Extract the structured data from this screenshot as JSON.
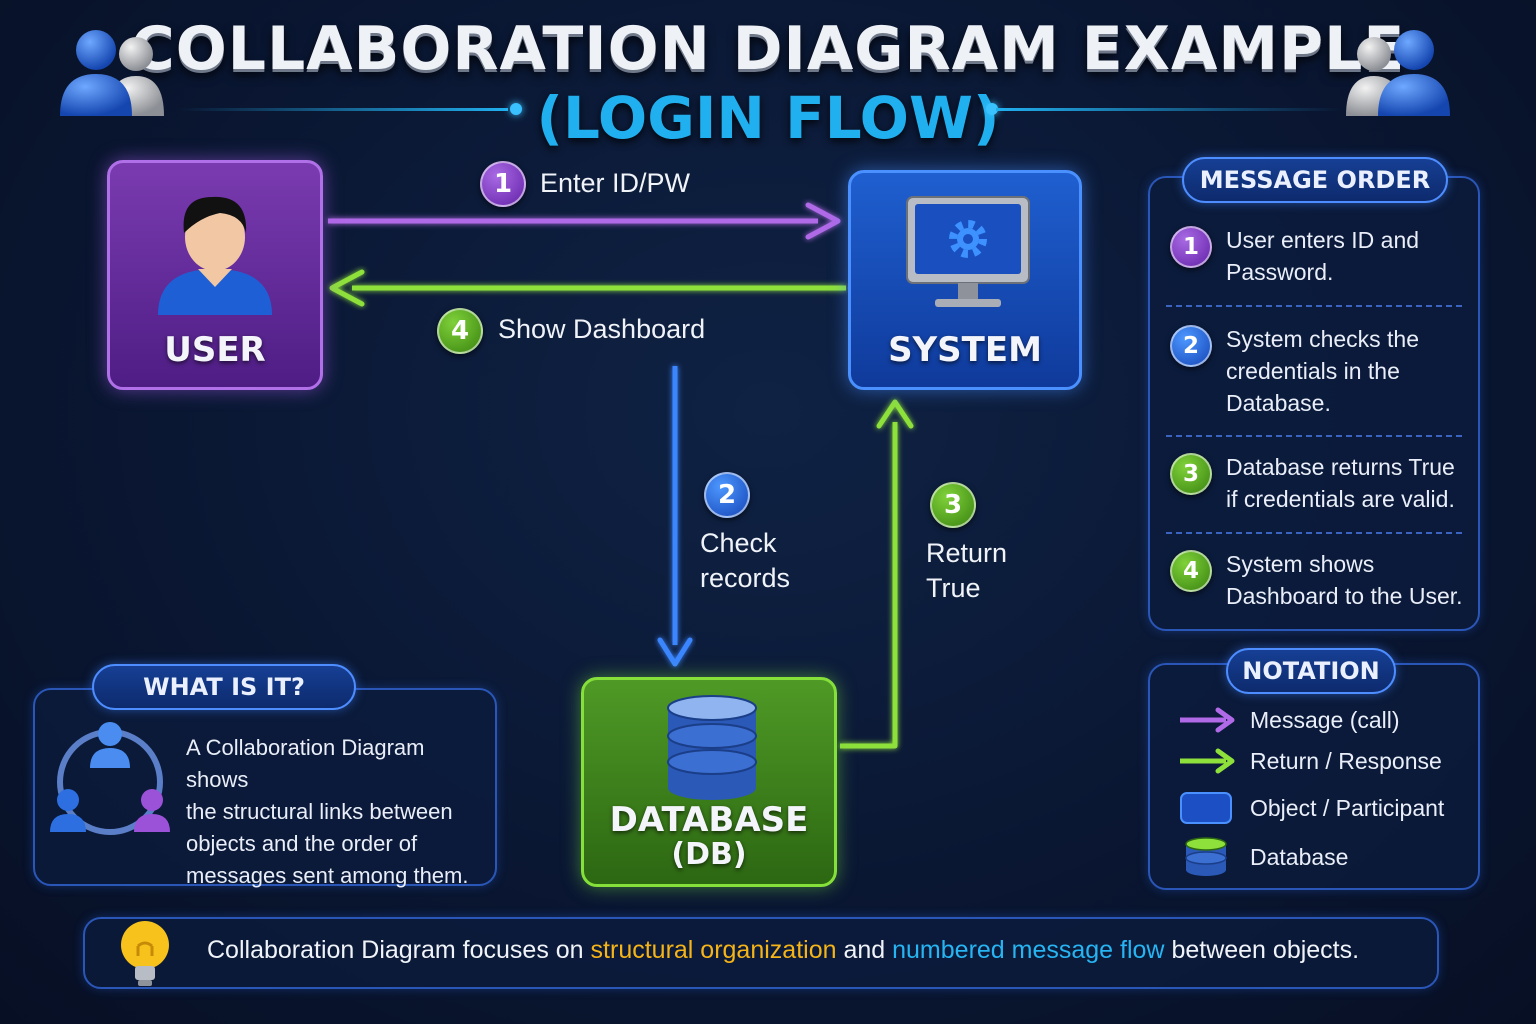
{
  "title": {
    "line1": "COLLABORATION DIAGRAM EXAMPLE",
    "line2": "(LOGIN FLOW)"
  },
  "participants": {
    "user": "USER",
    "system": "SYSTEM",
    "database": "DATABASE",
    "database_abbr": "(DB)"
  },
  "messages": [
    {
      "number": "1",
      "label": "Enter ID/PW"
    },
    {
      "number": "2",
      "label_line1": "Check",
      "label_line2": "records"
    },
    {
      "number": "3",
      "label_line1": "Return",
      "label_line2": "True"
    },
    {
      "number": "4",
      "label": "Show Dashboard"
    }
  ],
  "message_order": {
    "heading": "MESSAGE ORDER",
    "items": [
      {
        "number": "1",
        "line1": "User enters ID and",
        "line2": "Password."
      },
      {
        "number": "2",
        "line1": "System checks the",
        "line2": "credentials in the",
        "line3": "Database."
      },
      {
        "number": "3",
        "line1": "Database returns True",
        "line2": "if credentials are valid."
      },
      {
        "number": "4",
        "line1": "System shows",
        "line2": "Dashboard to the User."
      }
    ]
  },
  "notation": {
    "heading": "NOTATION",
    "items": [
      {
        "icon": "purple-arrow-icon",
        "label": "Message (call)"
      },
      {
        "icon": "green-arrow-icon",
        "label": "Return / Response"
      },
      {
        "icon": "blue-box-icon",
        "label": "Object / Participant"
      },
      {
        "icon": "database-icon",
        "label": "Database"
      }
    ]
  },
  "what_is_it": {
    "heading": "WHAT IS IT?",
    "line1": "A Collaboration Diagram shows",
    "line2": "the structural links between",
    "line3": "objects and the order of",
    "line4": "messages sent among them."
  },
  "footer": {
    "prefix": "Collaboration Diagram focuses on ",
    "highlight1": "structural organization",
    "middle": " and ",
    "highlight2": "numbered message flow",
    "suffix": " between objects."
  },
  "colors": {
    "call": "#b06ae8",
    "return": "#8ee03a",
    "db_call": "#3a86ff",
    "accent": "#21b0ef",
    "highlight_yellow": "#f5b417"
  }
}
